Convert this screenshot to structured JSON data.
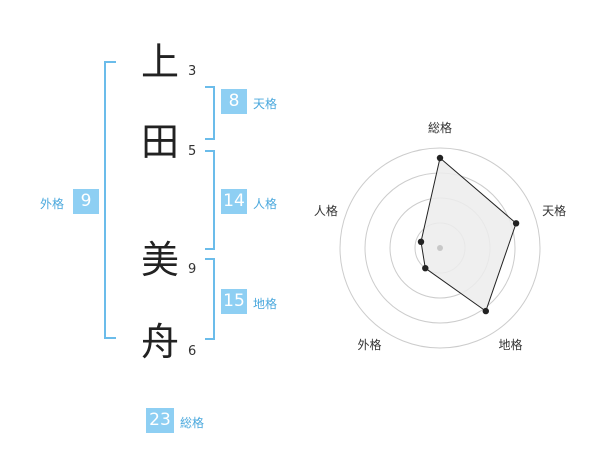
{
  "name": {
    "chars": [
      {
        "char": "上",
        "strokes": "3"
      },
      {
        "char": "田",
        "strokes": "5"
      },
      {
        "char": "美",
        "strokes": "9"
      },
      {
        "char": "舟",
        "strokes": "6"
      }
    ]
  },
  "scores": {
    "tenkaku": {
      "value": "8",
      "label": "天格"
    },
    "jinkaku": {
      "value": "14",
      "label": "人格"
    },
    "chikaku": {
      "value": "15",
      "label": "地格"
    },
    "gaikaku": {
      "value": "9",
      "label": "外格"
    },
    "soukaku": {
      "value": "23",
      "label": "総格"
    }
  },
  "radar": {
    "axes": [
      "総格",
      "天格",
      "地格",
      "外格",
      "人格"
    ],
    "values": [
      0.9,
      0.8,
      0.78,
      0.25,
      0.2
    ],
    "rings": 4,
    "colors": {
      "fill": "#ececec",
      "stroke": "#222222",
      "ring": "#cccccc",
      "center": "#c8c8c8"
    }
  },
  "colors": {
    "accent": "#8ecff3",
    "bracket": "#6bbcea",
    "label": "#4aa8dd"
  }
}
